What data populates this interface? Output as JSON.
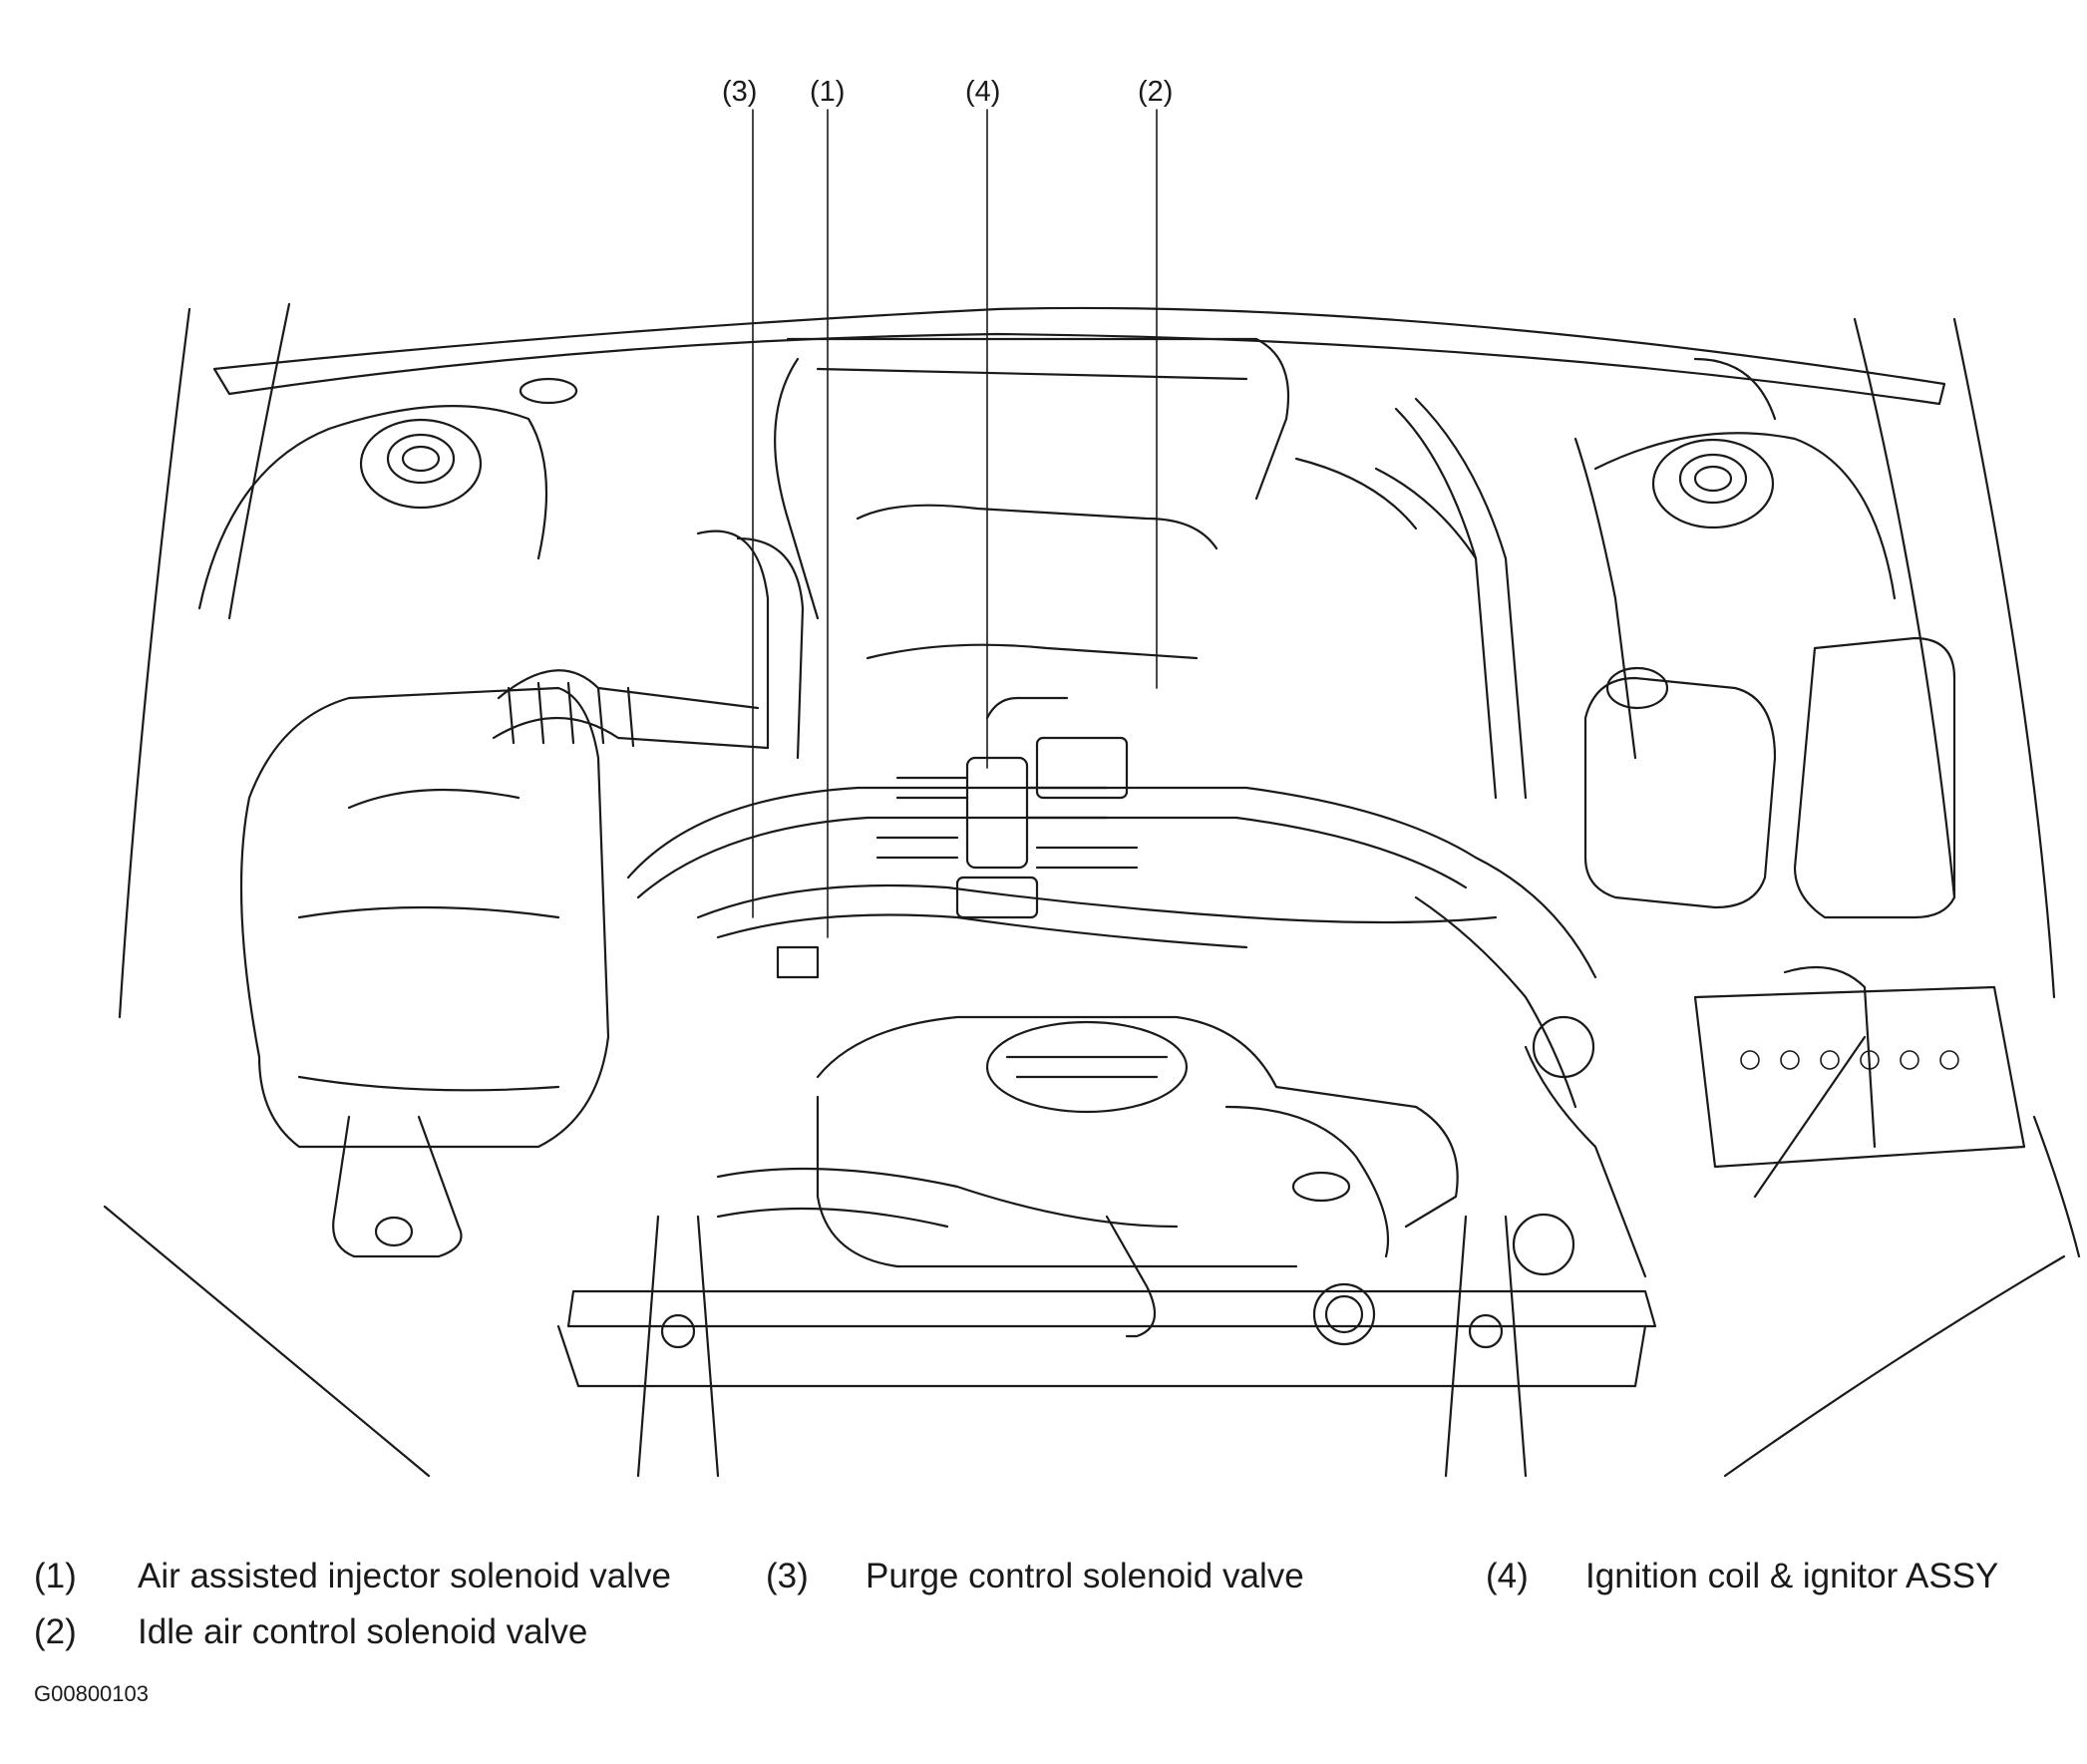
{
  "callouts": [
    {
      "number": "(3)"
    },
    {
      "number": "(1)"
    },
    {
      "number": "(4)"
    },
    {
      "number": "(2)"
    }
  ],
  "legend": [
    {
      "number": "(1)",
      "label": "Air assisted injector solenoid valve"
    },
    {
      "number": "(2)",
      "label": "Idle air control solenoid valve"
    },
    {
      "number": "(3)",
      "label": "Purge control solenoid valve"
    },
    {
      "number": "(4)",
      "label": "Ignition coil & ignitor ASSY"
    }
  ],
  "figure_code": "G00800103"
}
